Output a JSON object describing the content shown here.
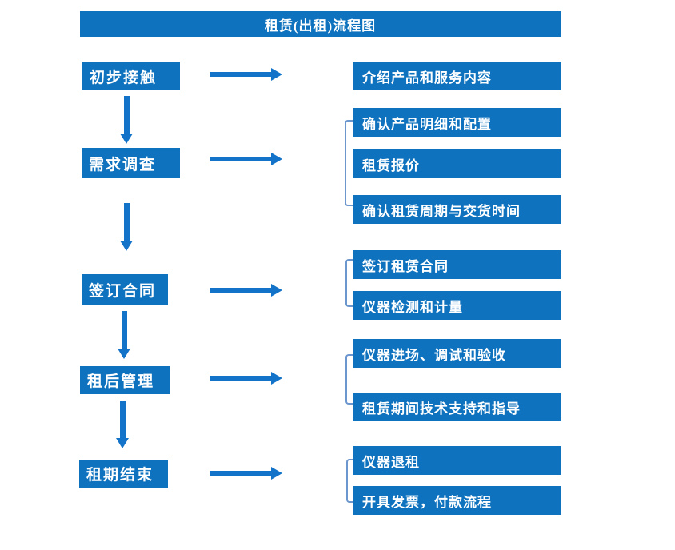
{
  "title": "租赁(出租)流程图",
  "colors": {
    "box": "#0e72be",
    "arrow": "#1373c9",
    "bracket": "#6c96ce",
    "text": "#ffffff"
  },
  "flow": [
    {
      "step": "初步接触",
      "details": [
        "介绍产品和服务内容"
      ]
    },
    {
      "step": "需求调查",
      "details": [
        "确认产品明细和配置",
        "租赁报价",
        "确认租赁周期与交货时间"
      ]
    },
    {
      "step": "签订合同",
      "details": [
        "签订租赁合同",
        "仪器检测和计量"
      ]
    },
    {
      "step": "租后管理",
      "details": [
        "仪器进场、调试和验收",
        "租赁期间技术支持和指导"
      ]
    },
    {
      "step": "租期结束",
      "details": [
        "仪器退租",
        "开具发票，付款流程"
      ]
    }
  ]
}
